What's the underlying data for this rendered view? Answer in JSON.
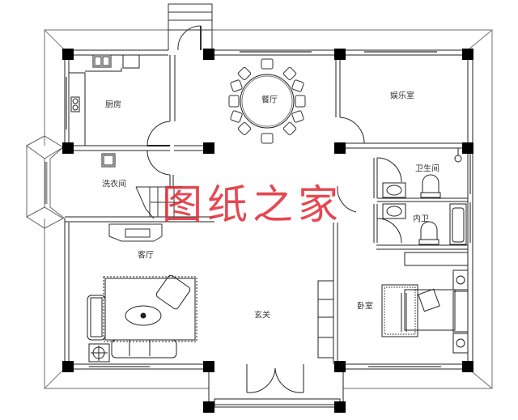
{
  "plan": {
    "rooms": {
      "kitchen": "厨房",
      "dining": "餐厅",
      "entertainment": "娱乐室",
      "laundry": "洗衣间",
      "living": "客厅",
      "bathroom": "卫生间",
      "ensuite": "内卫",
      "foyer": "玄关",
      "bedroom": "卧室"
    },
    "watermark": "图纸之家",
    "colors": {
      "wall": "#000000",
      "line": "#555555",
      "outer_frame": "#888888",
      "watermark": "#e02832",
      "background": "#ffffff"
    }
  }
}
